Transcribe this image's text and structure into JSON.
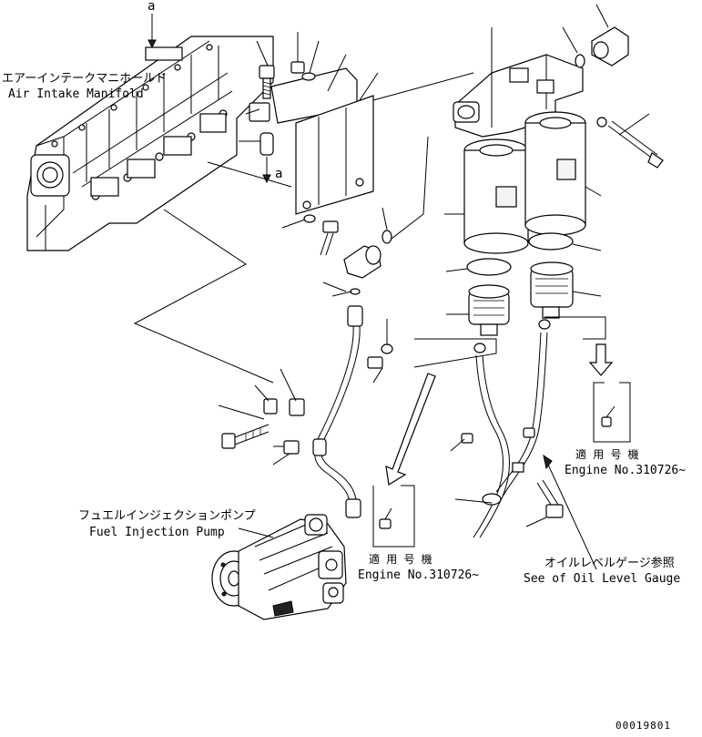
{
  "labels": {
    "callout_a_top": "a",
    "callout_a_mid": "a",
    "manifold_jp": "エアーインテークマニホールド",
    "manifold_en": "Air Intake Manifold",
    "pump_jp": "フュエルインジェクションポンプ",
    "pump_en": "Fuel Injection Pump",
    "applicable_jp_1": "適 用 号 機",
    "applicable_en_1": "Engine No.310726~",
    "applicable_jp_2": "適 用 号 機",
    "applicable_en_2": "Engine No.310726~",
    "oil_gauge_jp": "オイルレベルゲージ参照",
    "oil_gauge_en": "See of Oil Level Gauge",
    "serial": "00019801"
  }
}
